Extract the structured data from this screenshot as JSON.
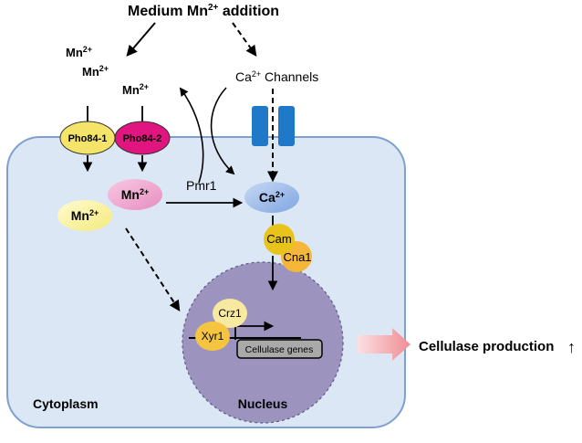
{
  "title": {
    "text": "Medium Mn",
    "sup": "2+",
    "tail": " addition"
  },
  "mn_labels": {
    "outer1": {
      "base": "Mn",
      "sup": "2+"
    },
    "outer2": {
      "base": "Mn",
      "sup": "2+"
    },
    "outer3": {
      "base": "Mn",
      "sup": "2+"
    },
    "pink": {
      "base": "Mn",
      "sup": "2+"
    },
    "yellow": {
      "base": "Mn",
      "sup": "2+"
    }
  },
  "ca_channels": {
    "base": "Ca",
    "sup": "2+",
    "tail": " Channels"
  },
  "ca_inside": {
    "base": "Ca",
    "sup": "2+"
  },
  "transporters": {
    "pho84_1": "Pho84-1",
    "pho84_2": "Pho84-2"
  },
  "pmr1": "Pmr1",
  "cam": "Cam",
  "cna1": "Cna1",
  "crz1": "Crz1",
  "xyr1": "Xyr1",
  "cellulase_genes": "Cellulase genes",
  "cellulase_production": "Cellulase production",
  "up_arrow_glyph": "↑",
  "cytoplasm": "Cytoplasm",
  "nucleus": "Nucleus",
  "colors": {
    "cell_fill": "#dbe7f4",
    "cell_stroke": "#7f9fd0",
    "nucleus_fill": "#9c94bf",
    "channel": "#1f78c8",
    "pho84_1": "#f4e46a",
    "pho84_2": "#e0157f",
    "mn_pink": "#f2a2cf",
    "mn_yellow": "#fbf59b",
    "ca_blue": "#8fb3e8",
    "cam": "#e8c41a",
    "cna1": "#f5b73a",
    "crz1": "#f7e9a0",
    "xyr1": "#f5c542",
    "genes_box": "#a9a9a9",
    "production_arrow": "#f3a5a9"
  }
}
